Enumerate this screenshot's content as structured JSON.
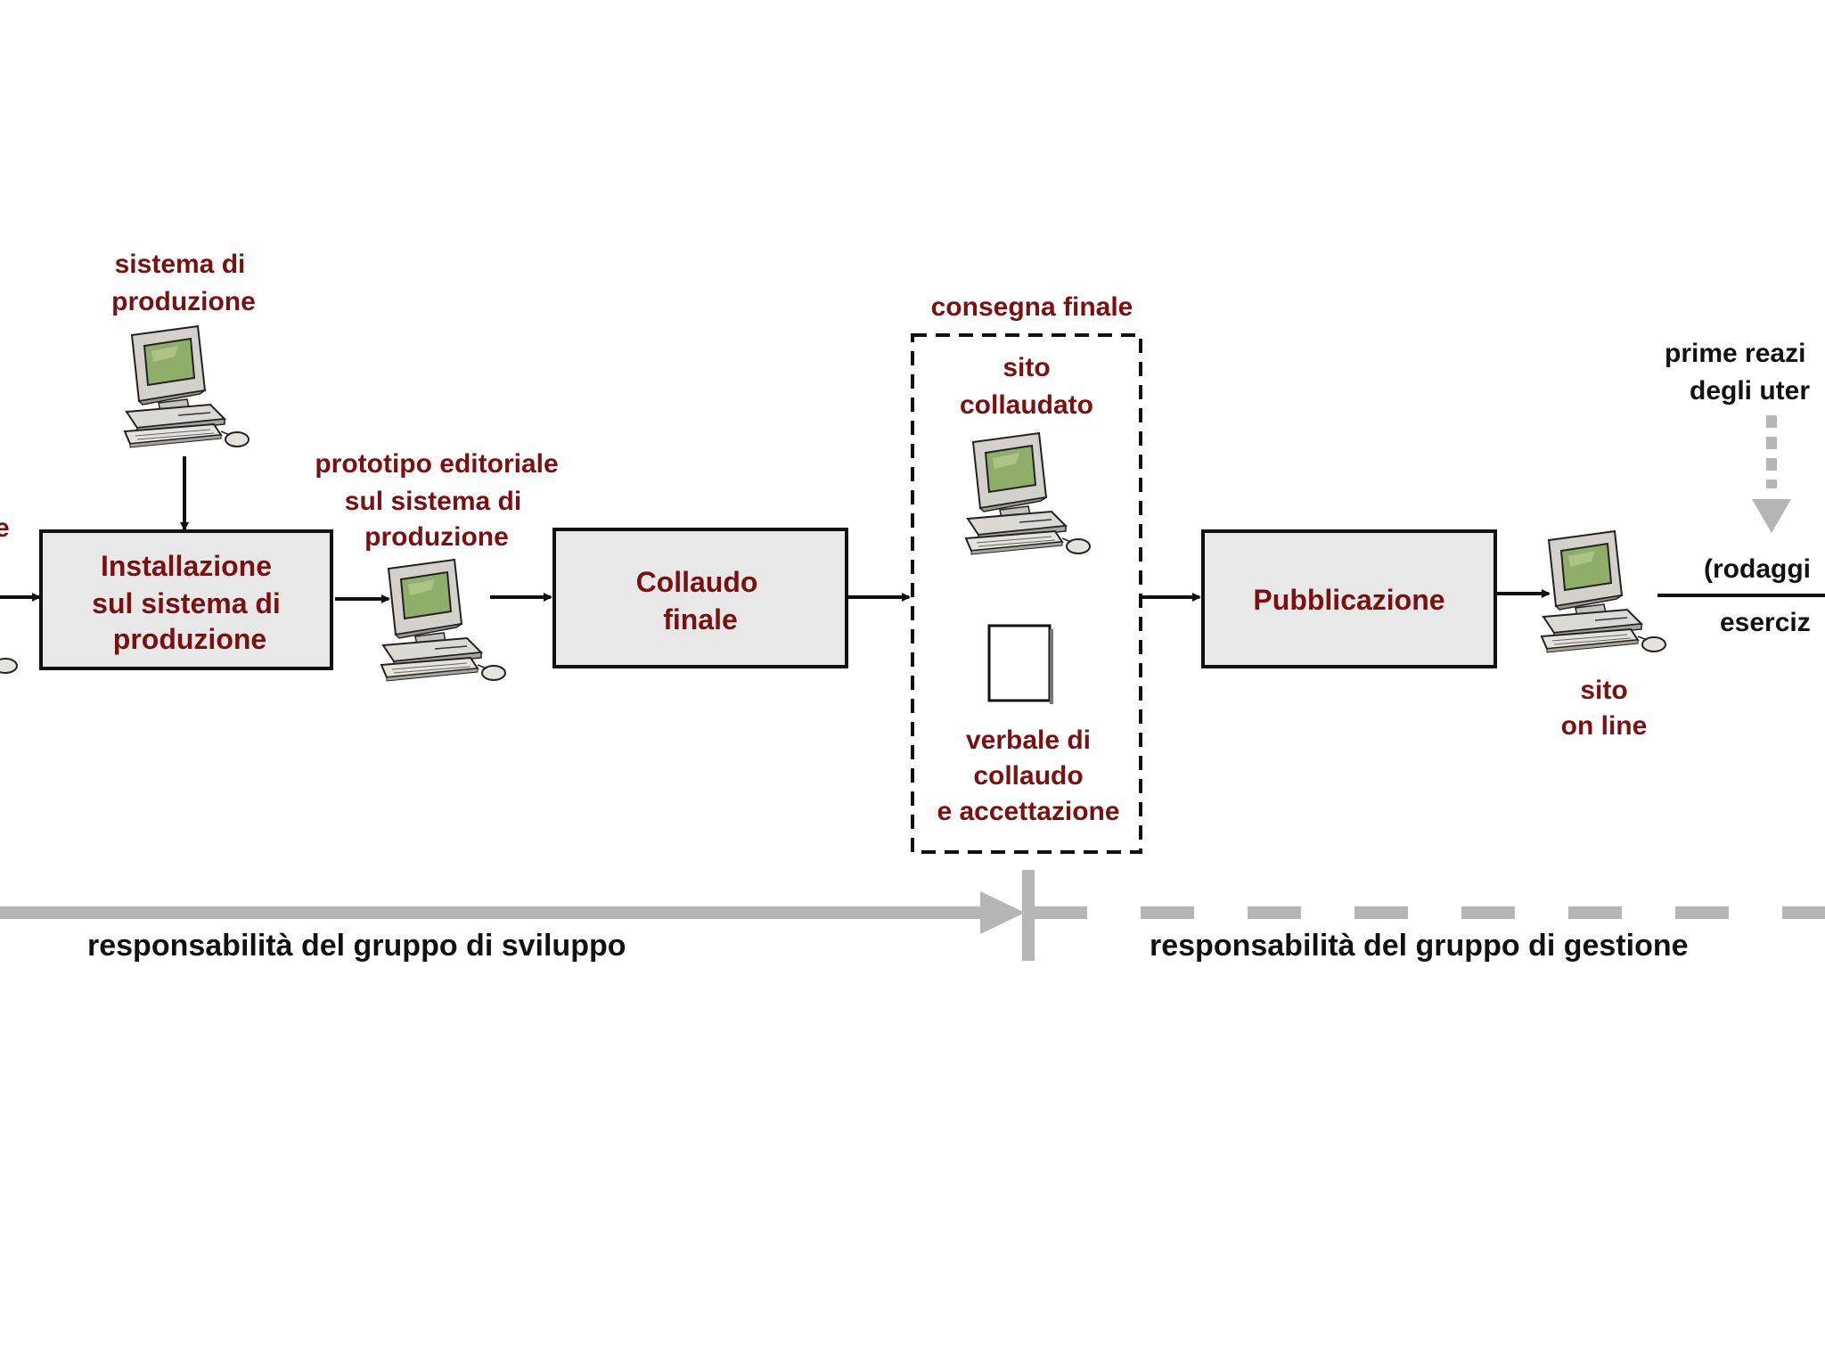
{
  "colors": {
    "label": "#7a1010",
    "text": "#111111",
    "box_fill": "#e8e8e8",
    "arrow": "#111111",
    "bar": "#b5b5b5",
    "screen": "#8fae6a"
  },
  "labels": {
    "left_fragment_1": "e",
    "sistema_produzione": [
      "sistema di",
      "produzione"
    ],
    "prototipo": [
      "prototipo editoriale",
      "sul sistema di",
      "produzione"
    ],
    "consegna_finale": "consegna finale",
    "sito_collaudato": [
      "sito",
      "collaudato"
    ],
    "verbale": [
      "verbale di",
      "collaudo",
      "e accettazione"
    ],
    "prime_reazioni": [
      "prime reazi",
      "degli uter"
    ],
    "rodaggio": "(rodaggi",
    "esercizio": "eserciz",
    "sito_online": [
      "sito",
      "on line"
    ]
  },
  "boxes": {
    "installazione": [
      "Installazione",
      "sul sistema di",
      "produzione"
    ],
    "collaudo": [
      "Collaudo",
      "finale"
    ],
    "pubblicazione": "Pubblicazione"
  },
  "footer": {
    "sviluppo": "responsabilità del gruppo di sviluppo",
    "gestione": "responsabilità del gruppo di gestione"
  },
  "icons": [
    "computer-icon",
    "document-icon"
  ]
}
